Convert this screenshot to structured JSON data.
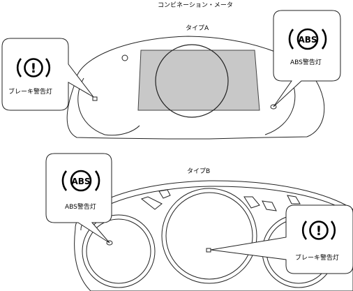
{
  "header": {
    "title": "コンビネーション・メータ"
  },
  "type_a": {
    "title": "タイプA",
    "brake_callout": {
      "label": "ブレーキ警告灯",
      "icon_text": "!"
    },
    "abs_callout": {
      "label": "ABS警告灯",
      "icon_text": "ABS"
    }
  },
  "type_b": {
    "title": "タイプB",
    "abs_callout": {
      "label": "ABS警告灯",
      "icon_text": "ABS"
    },
    "brake_callout": {
      "label": "ブレーキ警告灯",
      "icon_text": "!"
    }
  }
}
